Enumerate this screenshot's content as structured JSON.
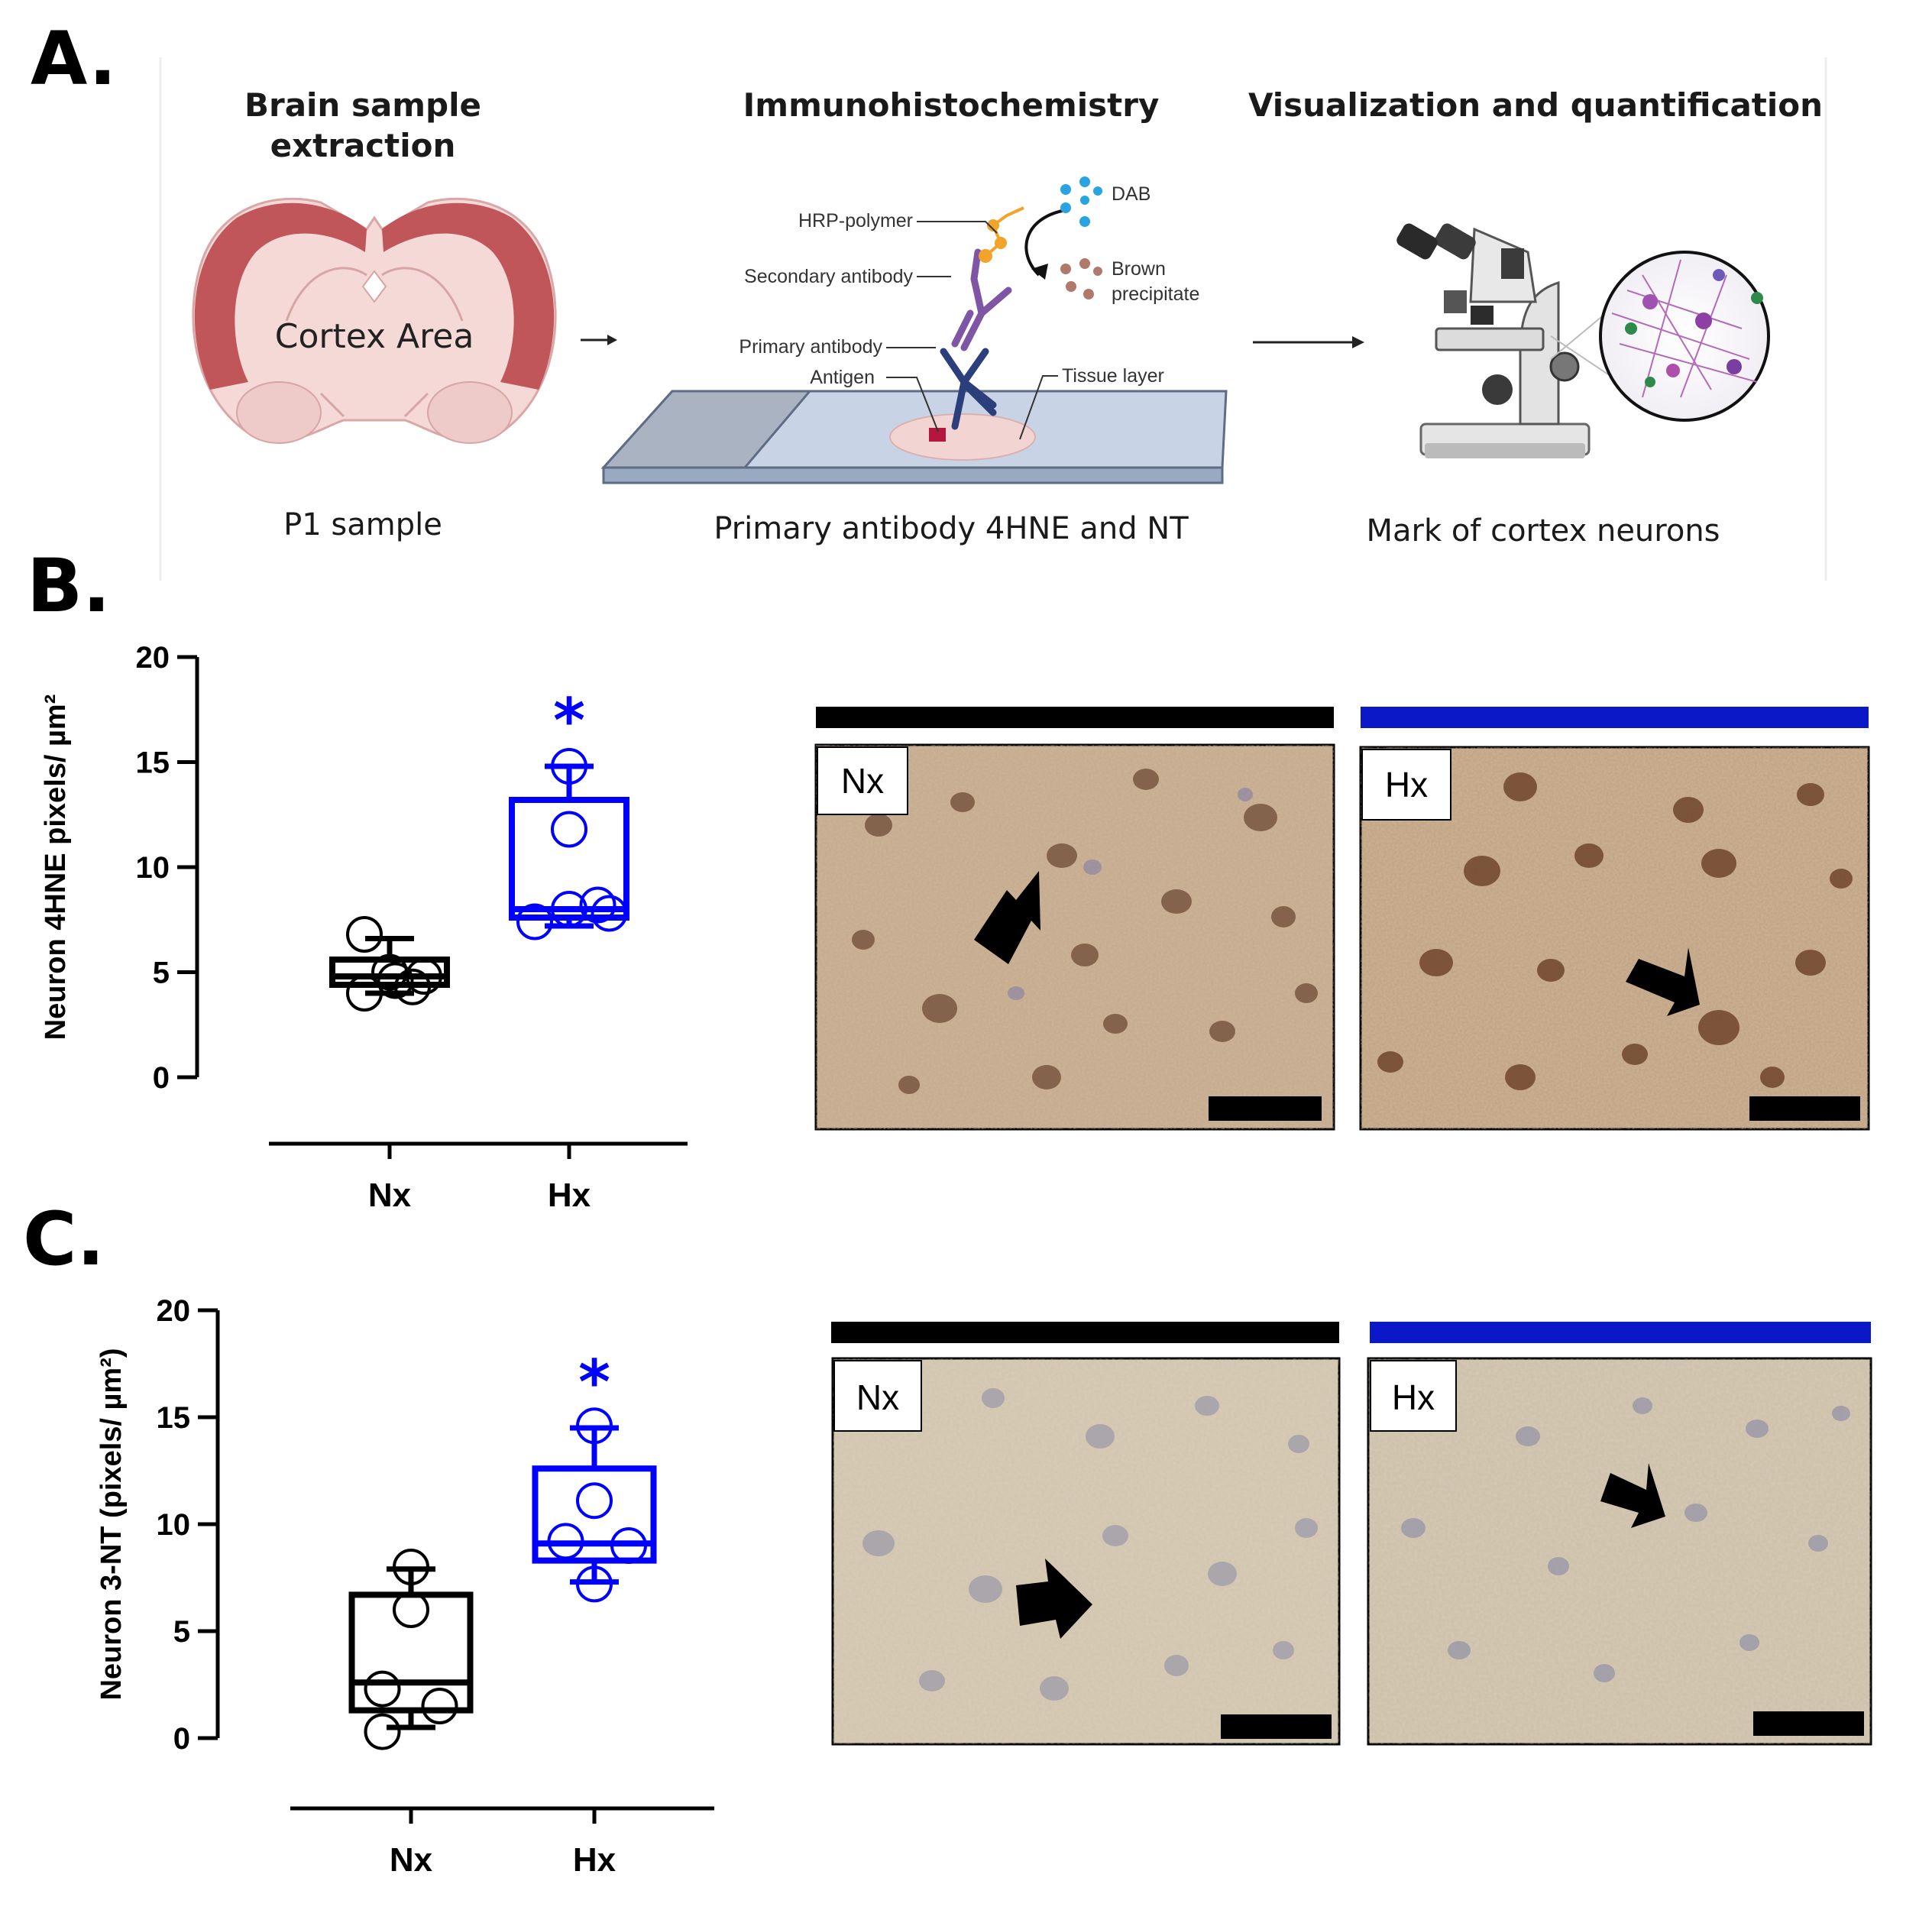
{
  "panel_a": {
    "letter": "A.",
    "stages": [
      {
        "title_lines": [
          "Brain sample",
          "extraction"
        ],
        "caption": "P1 sample",
        "image_label": "Cortex Area"
      },
      {
        "title_lines": [
          "Immunohistochemistry"
        ],
        "caption": "Primary antibody 4HNE and NT"
      },
      {
        "title_lines": [
          "Visualization and quantification"
        ],
        "caption": "Mark of cortex neurons"
      }
    ],
    "ihc_labels": {
      "hrp": "HRP-polymer",
      "secondary": "Secondary antibody",
      "primary": "Primary antibody",
      "antigen": "Antigen",
      "tissue": "Tissue layer",
      "dab": "DAB",
      "brown_1": "Brown",
      "brown_2": "precipitate"
    },
    "colors": {
      "cortex": "#c0555a",
      "brain_fill": "#f4d9d7",
      "slide": "#b9c8de",
      "secondary_antibody": "#7f56a6",
      "primary_antibody": "#2b3f7c",
      "hrp": "#f2a32a",
      "dab": "#2aa4e0",
      "brown": "#b07a6a",
      "antigen": "#b3163e"
    }
  },
  "panel_b": {
    "letter": "B.",
    "micro_labels": [
      "Nx",
      "Hx"
    ]
  },
  "panel_c": {
    "letter": "C.",
    "micro_labels": [
      "Nx",
      "Hx"
    ]
  },
  "chart_data": [
    {
      "type": "box",
      "panel": "B",
      "ylabel": "Neuron 4HNE pixels/ µm²",
      "ylim": [
        0,
        20
      ],
      "yticks": [
        0,
        5,
        10,
        15,
        20
      ],
      "categories": [
        "Nx",
        "Hx"
      ],
      "colors": [
        "#000000",
        "#0000ff"
      ],
      "significance": [
        "",
        "*"
      ],
      "boxes": [
        {
          "min": 4.0,
          "q1": 4.4,
          "median": 4.8,
          "q3": 5.6,
          "max": 6.6
        },
        {
          "min": 7.2,
          "q1": 7.6,
          "median": 8.0,
          "q3": 13.2,
          "max": 14.8
        }
      ],
      "points": [
        [
          6.8,
          4.0,
          4.6,
          5.0,
          4.3,
          4.8
        ],
        [
          14.8,
          11.8,
          7.4,
          8.0,
          8.2,
          7.8
        ]
      ],
      "point_offsets": [
        [
          -0.22,
          -0.22,
          0.05,
          0.0,
          0.2,
          0.3
        ],
        [
          0.0,
          0.0,
          -0.3,
          0.0,
          0.25,
          0.35
        ]
      ]
    },
    {
      "type": "box",
      "panel": "C",
      "ylabel": "Neuron 3-NT (pixels/ µm²)",
      "ylim": [
        0,
        20
      ],
      "yticks": [
        0,
        5,
        10,
        15,
        20
      ],
      "categories": [
        "Nx",
        "Hx"
      ],
      "colors": [
        "#000000",
        "#0000ff"
      ],
      "significance": [
        "",
        "*"
      ],
      "boxes": [
        {
          "min": 0.5,
          "q1": 1.3,
          "median": 2.6,
          "q3": 6.7,
          "max": 7.9
        },
        {
          "min": 7.3,
          "q1": 8.3,
          "median": 9.1,
          "q3": 12.6,
          "max": 14.5
        }
      ],
      "points": [
        [
          8.0,
          6.0,
          2.3,
          0.3,
          1.5
        ],
        [
          14.6,
          11.1,
          9.2,
          9.0,
          7.2
        ]
      ],
      "point_offsets": [
        [
          0.0,
          0.0,
          -0.25,
          -0.25,
          0.25
        ],
        [
          0.0,
          0.0,
          -0.25,
          0.3,
          0.0
        ]
      ]
    }
  ]
}
